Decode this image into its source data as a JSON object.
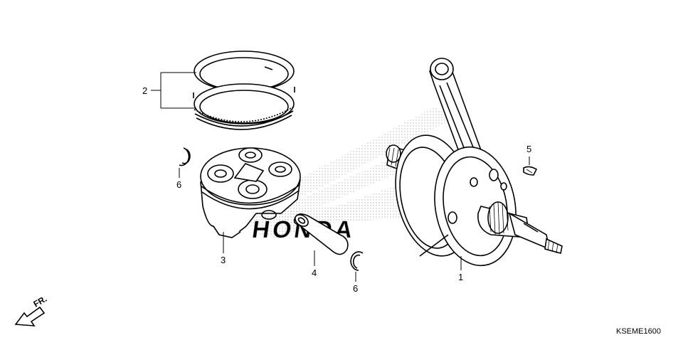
{
  "diagram": {
    "code": "KSEME1600",
    "watermark": "HONDA",
    "direction_label": "FR.",
    "parts": [
      {
        "number": "1",
        "icon": "crankshaft-icon"
      },
      {
        "number": "2",
        "icon": "piston-ring-set-icon"
      },
      {
        "number": "3",
        "icon": "piston-icon"
      },
      {
        "number": "4",
        "icon": "piston-pin-icon"
      },
      {
        "number": "5",
        "icon": "woodruff-key-icon"
      },
      {
        "number": "6",
        "icon": "pin-clip-icon"
      },
      {
        "number": "6",
        "icon": "pin-clip-icon"
      }
    ]
  }
}
